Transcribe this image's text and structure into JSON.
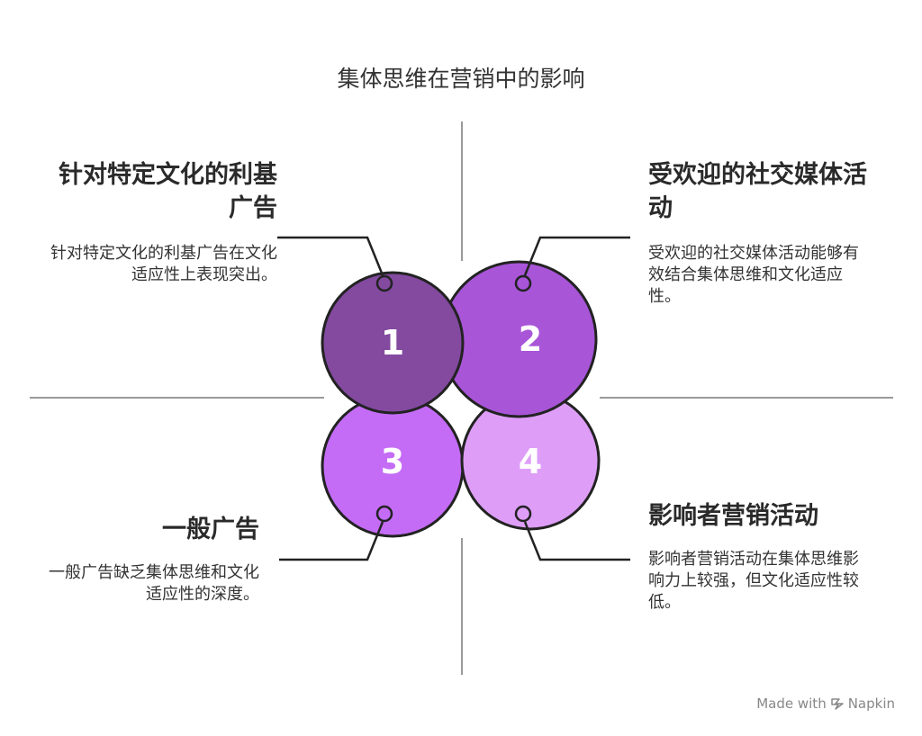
{
  "title": "集体思维在营销中的影响",
  "quadrants": [
    {
      "number": "1",
      "heading": "针对特定文化的利基广告",
      "description": "针对特定文化的利基广告在文化适应性上表现突出。",
      "color": "#834AA0"
    },
    {
      "number": "2",
      "heading": "受欢迎的社交媒体活动",
      "description": "受欢迎的社交媒体活动能够有效结合集体思维和文化适应性。",
      "color": "#A855D8"
    },
    {
      "number": "3",
      "heading": "一般广告",
      "description": "一般广告缺乏集体思维和文化适应性的深度。",
      "color": "#C46CF6"
    },
    {
      "number": "4",
      "heading": "影响者营销活动",
      "description": "影响者营销活动在集体思维影响力上较强，但文化适应性较低。",
      "color": "#DE9EF8"
    }
  ],
  "colors": {
    "axis": "#9a9a9a",
    "outline": "#222222"
  },
  "watermark": {
    "made_with": "Made with",
    "brand": "Napkin",
    "icon": "napkin-logo-icon"
  }
}
